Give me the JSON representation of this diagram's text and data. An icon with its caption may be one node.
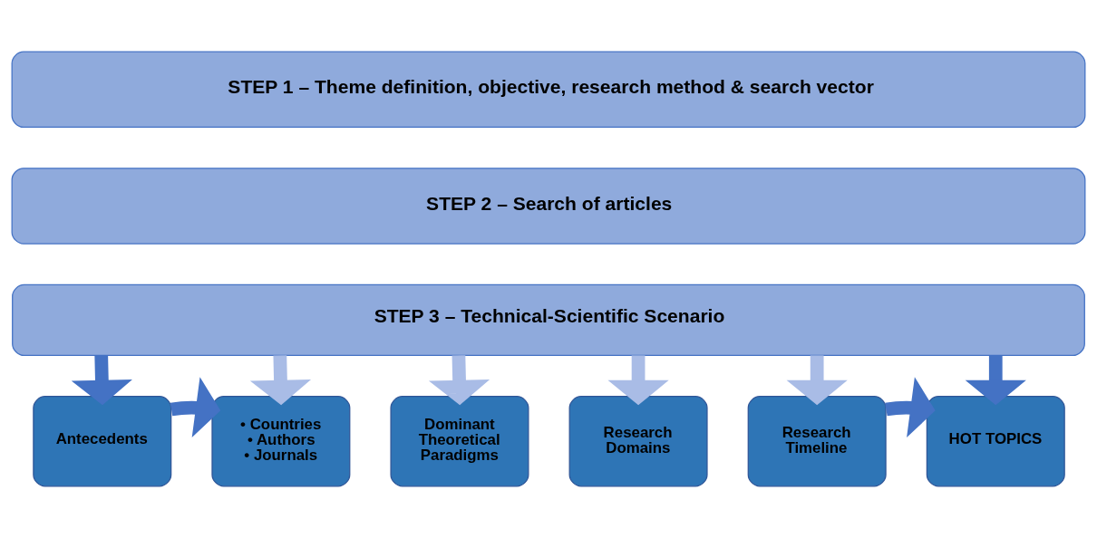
{
  "diagram": {
    "nodes": [
      {
        "text": [
          "STEP 1 – Theme definition, objective, research method & search vector"
        ]
      },
      {
        "text": [
          "STEP 2 – Search of articles"
        ]
      },
      {
        "text": [
          "STEP 3 – Technical-Scientific Scenario"
        ]
      },
      {
        "text": [
          "Antecedents"
        ]
      },
      {
        "text": [
          "• Countries",
          "• Authors",
          "• Journals"
        ]
      },
      {
        "text": [
          "Dominant Theoretical Paradigms"
        ]
      },
      {
        "text": [
          "Research Domains"
        ]
      },
      {
        "text": [
          "Research Timeline"
        ]
      },
      {
        "text": [
          "HOT TOPICS"
        ]
      }
    ],
    "edges": [
      {
        "from": 2,
        "to": 3,
        "arrow": "to"
      },
      {
        "from": 2,
        "to": 4,
        "arrow": "to",
        "color": "#a9bce6"
      },
      {
        "from": 2,
        "to": 5,
        "arrow": "to",
        "color": "#a9bce6"
      },
      {
        "from": 2,
        "to": 6,
        "arrow": "to",
        "color": "#a9bce6"
      },
      {
        "from": 2,
        "to": 7,
        "arrow": "to",
        "color": "#a9bce6"
      },
      {
        "from": 2,
        "to": 8,
        "arrow": "to"
      },
      {
        "from": 3,
        "to": 4,
        "arrow": "to"
      },
      {
        "from": 7,
        "to": 8,
        "arrow": "to"
      }
    ]
  }
}
